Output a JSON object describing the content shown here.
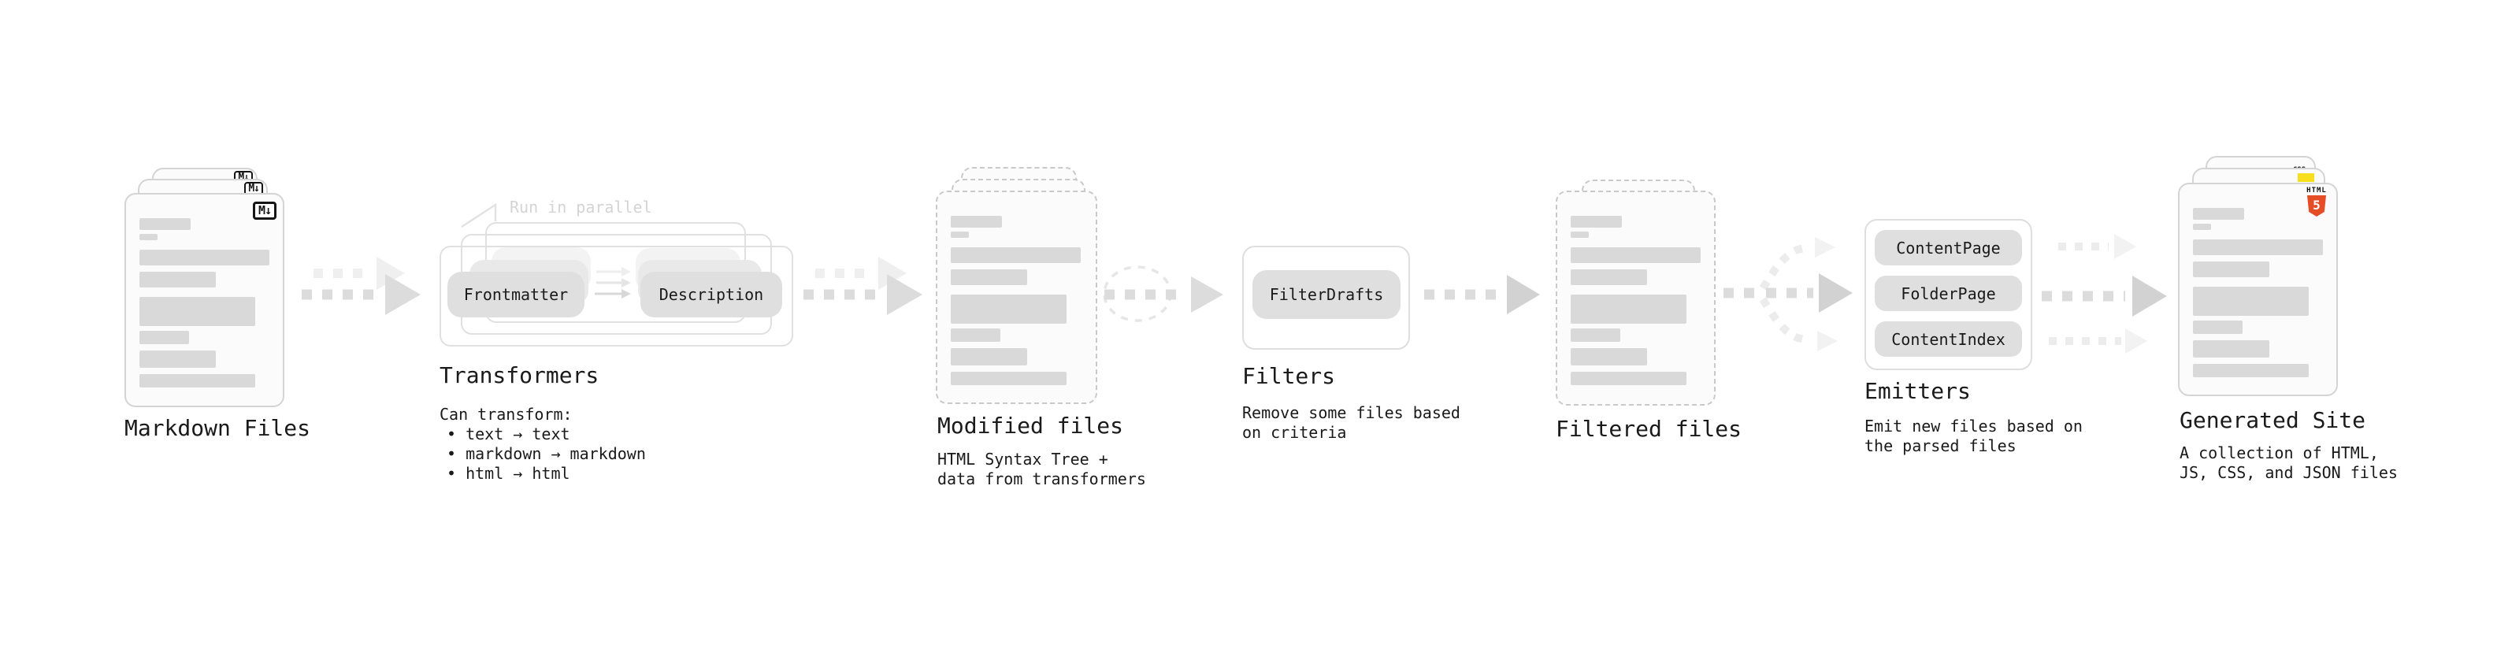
{
  "colors": {
    "text": "#1a1a1a",
    "muted_note": "#d4d4d4",
    "card_bg": "#fbfbfb",
    "card_border": "#d4d4d4",
    "dashed_border": "#c9c9c9",
    "bar_fill": "#d9d9d9",
    "pill_fill": "#dfdfdf",
    "pill_ghost1": "#e9e9e9",
    "pill_ghost2": "#f3f3f3",
    "frame_border": "#e0e0e0",
    "box_border": "#dedede",
    "arrow_main": "#dcdcdc",
    "arrow_dark": "#d2d2d2",
    "arrow_ghost": "#efefef",
    "badge_html_orange": "#e44d26",
    "badge_js_yellow": "#f7df1e",
    "badge_css_blue": "#2962ff"
  },
  "stages": {
    "markdown": {
      "label": "Markdown Files",
      "badge": "M↓"
    },
    "transformers": {
      "label": "Transformers",
      "note": "Run in parallel",
      "pill_left": "Frontmatter",
      "pill_right": "Description",
      "desc_title": "Can transform:",
      "bullets": [
        "• text → text",
        "• markdown → markdown",
        "• html → html"
      ]
    },
    "modified": {
      "label": "Modified files",
      "desc": [
        "HTML Syntax Tree +",
        "data from transformers"
      ]
    },
    "filters": {
      "label": "Filters",
      "pill": "FilterDrafts",
      "desc": [
        "Remove some files based",
        "on criteria"
      ]
    },
    "filtered": {
      "label": "Filtered files"
    },
    "emitters": {
      "label": "Emitters",
      "pills": [
        "ContentPage",
        "FolderPage",
        "ContentIndex"
      ],
      "desc": [
        "Emit new files based on",
        "the parsed files"
      ]
    },
    "generated": {
      "label": "Generated Site",
      "badge_html": "HTML",
      "badge_html_number": "5",
      "badge_css": "CSS",
      "desc": [
        "A collection of HTML,",
        "JS, CSS, and JSON files"
      ]
    }
  }
}
